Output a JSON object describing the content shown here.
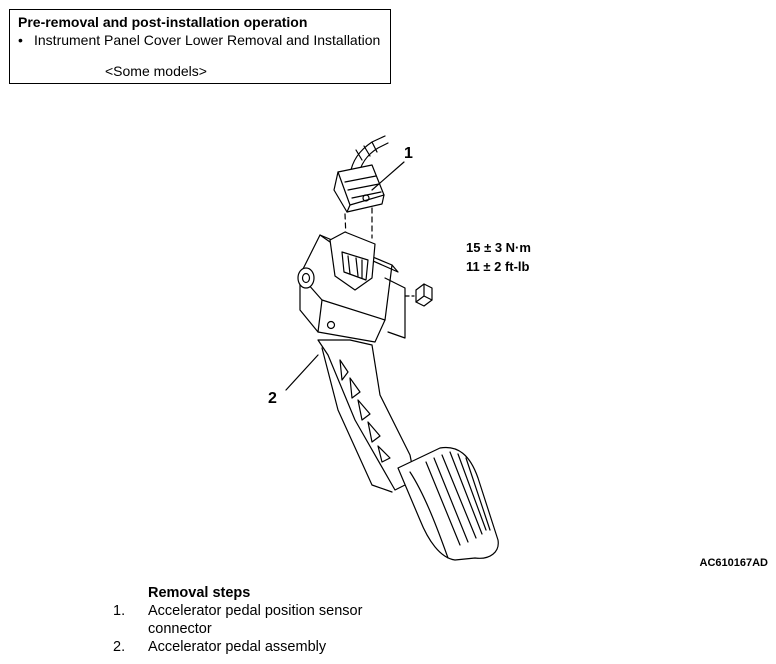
{
  "info_box": {
    "title": "Pre-removal and post-installation operation",
    "bullet": "•",
    "item": "Instrument Panel Cover Lower Removal and Installation",
    "note": "<Some models>"
  },
  "diagram": {
    "callout_1": "1",
    "callout_2": "2",
    "torque_metric": "15 ± 3 N·m",
    "torque_imperial": "11 ± 2 ft-lb",
    "figure_id": "AC610167AD"
  },
  "removal": {
    "title": "Removal steps",
    "steps": [
      {
        "num": "1.",
        "text": "Accelerator pedal position sensor connector"
      },
      {
        "num": "2.",
        "text": "Accelerator pedal assembly"
      }
    ]
  }
}
